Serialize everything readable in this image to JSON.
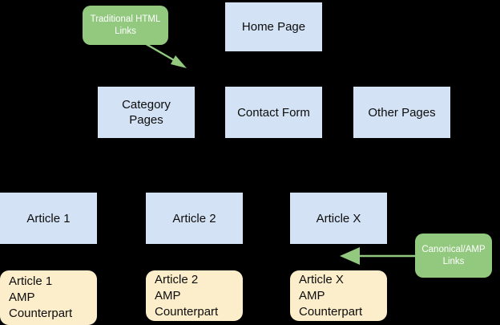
{
  "diagram": {
    "title": "AMP site structure diagram",
    "background_color": "#000000",
    "palette": {
      "page_box_fill": "#d3e2f4",
      "amp_box_fill": "#fceecb",
      "callout_fill": "#92c97f",
      "callout_text": "#ffffff",
      "body_text": "#0d0d0d",
      "arrow_color": "#92c97f"
    },
    "nodes": {
      "home_page": {
        "label": "Home Page"
      },
      "category_pages": {
        "label": "Category\nPages"
      },
      "contact_form": {
        "label": "Contact Form"
      },
      "other_pages": {
        "label": "Other Pages"
      },
      "article_1": {
        "label": "Article 1"
      },
      "article_2": {
        "label": "Article 2"
      },
      "article_x": {
        "label": "Article X"
      },
      "article_1_amp": {
        "label": "Article 1\nAMP\nCounterpart"
      },
      "article_2_amp": {
        "label": "Article 2\nAMP\nCounterpart"
      },
      "article_x_amp": {
        "label": "Article X\nAMP\nCounterpart"
      }
    },
    "callouts": {
      "traditional_html_links": {
        "label": "Traditional HTML\nLinks"
      },
      "canonical_amp_links": {
        "label": "Canonical/AMP\nLinks"
      }
    }
  }
}
